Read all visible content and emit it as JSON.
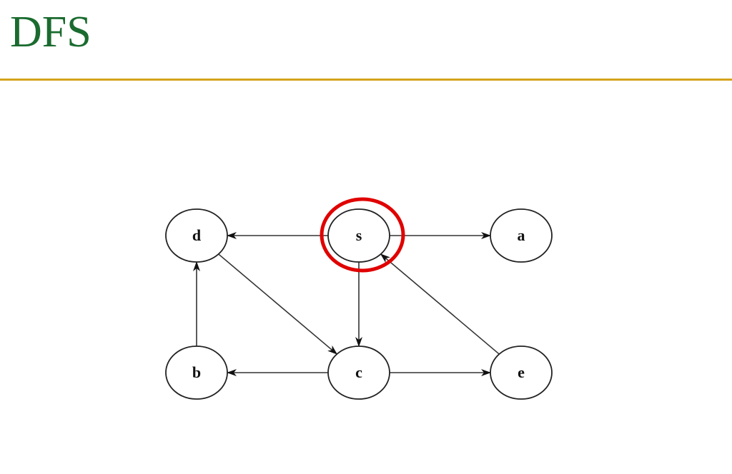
{
  "slide": {
    "title": "DFS"
  },
  "graph": {
    "type": "directed-graph",
    "colors": {
      "title": "#1a6b2f",
      "rule": "#d4a21c",
      "node_stroke": "#222222",
      "edge": "#333333",
      "highlight": "#e00000"
    },
    "nodes": [
      {
        "id": "d",
        "label": "d"
      },
      {
        "id": "s",
        "label": "s"
      },
      {
        "id": "a",
        "label": "a"
      },
      {
        "id": "b",
        "label": "b"
      },
      {
        "id": "c",
        "label": "c"
      },
      {
        "id": "e",
        "label": "e"
      }
    ],
    "edges": [
      {
        "from": "s",
        "to": "d"
      },
      {
        "from": "s",
        "to": "a"
      },
      {
        "from": "s",
        "to": "c"
      },
      {
        "from": "d",
        "to": "c"
      },
      {
        "from": "b",
        "to": "d"
      },
      {
        "from": "c",
        "to": "b"
      },
      {
        "from": "c",
        "to": "e"
      },
      {
        "from": "e",
        "to": "s"
      }
    ],
    "highlighted_node": "s"
  }
}
